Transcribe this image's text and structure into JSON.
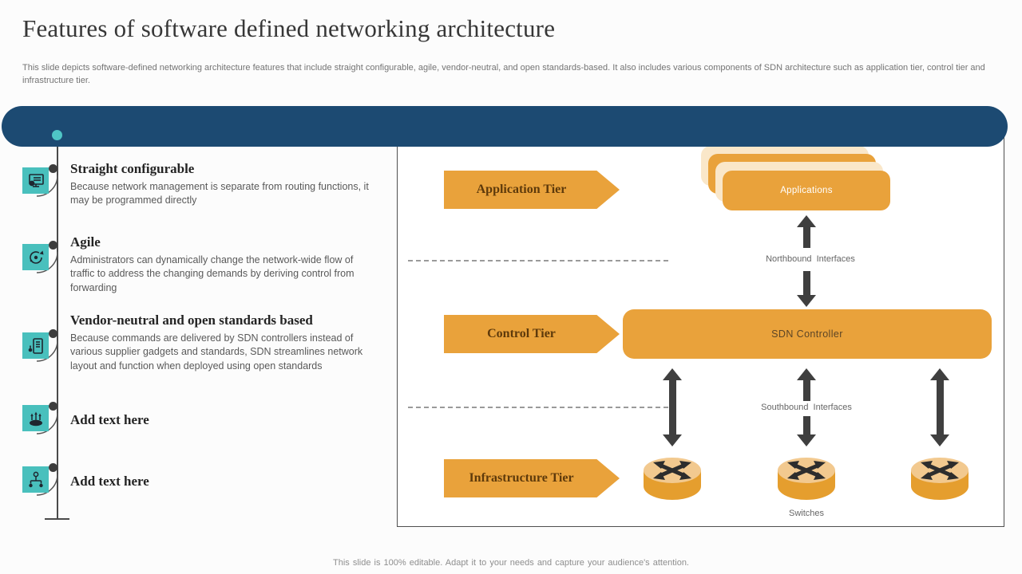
{
  "slide": {
    "title": "Features of software defined networking architecture",
    "subtitle": "This slide depicts software-defined networking architecture features that include straight configurable, agile, vendor-neutral, and open standards-based. It also includes various components of SDN architecture such as application tier, control tier and infrastructure tier.",
    "footer": "This slide is 100% editable. Adapt it to your needs and capture your audience's attention."
  },
  "features": [
    {
      "title": "Straight configurable",
      "desc": "Because network management is separate from routing functions, it may be programmed directly",
      "icon": "monitor-gear-icon"
    },
    {
      "title": "Agile",
      "desc": "Administrators can dynamically change the network-wide flow of traffic to address the changing demands by deriving control from forwarding",
      "icon": "agile-cycle-icon"
    },
    {
      "title": "Vendor-neutral and open standards based",
      "desc": "Because commands are delivered by SDN controllers instead of various supplier gadgets and standards, SDN streamlines network layout and function when deployed using open standards",
      "icon": "server-key-icon"
    },
    {
      "title": "Add text here",
      "desc": "",
      "icon": "network-arrows-icon"
    },
    {
      "title": "Add text here",
      "desc": "",
      "icon": "hierarchy-icon"
    }
  ],
  "diagram": {
    "application_tier_label": "Application Tier",
    "control_tier_label": "Control Tier",
    "infrastructure_tier_label": "Infrastructure Tier",
    "applications_box_label": "Applications",
    "sdn_controller_label": "SDN Controller",
    "northbound_label": "Northbound Interfaces",
    "southbound_label": "Southbound Interfaces",
    "switches_label": "Switches",
    "switch_count": 3
  },
  "colors": {
    "navy": "#1C4A72",
    "teal": "#49C0BD",
    "orange": "#E9A23B",
    "cream": "#FAE7C9",
    "arrow_gray": "#3F3F3F"
  }
}
